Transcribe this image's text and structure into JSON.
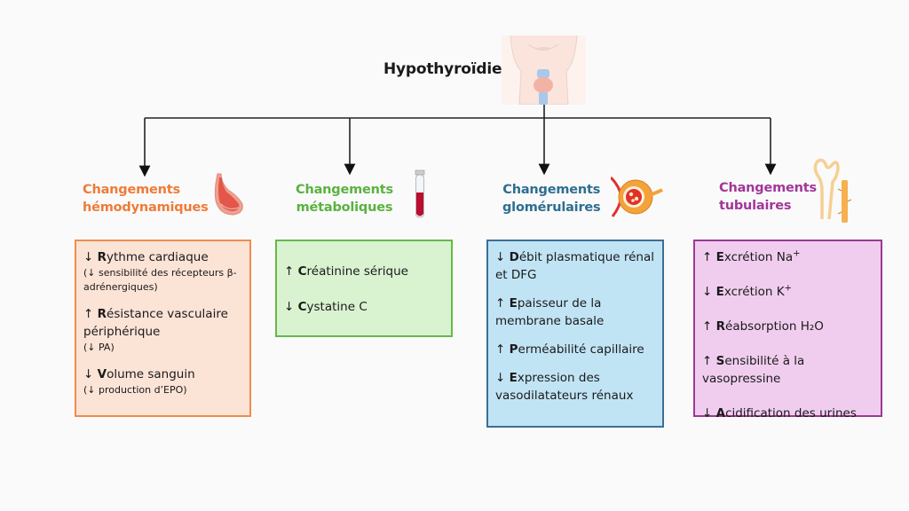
{
  "title": "Hypothyroïdie",
  "colors": {
    "hemodynamic": "#ee7b38",
    "metabolic": "#5ab23f",
    "glomerular": "#2e6e91",
    "tubular": "#a2359a"
  },
  "icons": {
    "title": "neck-thyroid-icon",
    "hemodynamic": "blood-vessel-icon",
    "metabolic": "blood-tube-icon",
    "glomerular": "glomerulus-icon",
    "tubular": "nephron-tubule-icon"
  },
  "categories": [
    {
      "heading_line1": "Changements",
      "heading_line2": "hémodynamiques",
      "items": [
        {
          "arrow": "↓",
          "initial": "R",
          "rest": "ythme cardiaque",
          "note": "(↓ sensibilité des récepteurs β-adrénergiques)"
        },
        {
          "arrow": "↑",
          "initial": "R",
          "rest": "ésistance vasculaire périphérique",
          "note": "(↓ PA)"
        },
        {
          "arrow": "↓",
          "initial": "V",
          "rest": "olume sanguin",
          "note": "(↓ production d’EPO)"
        }
      ]
    },
    {
      "heading_line1": "Changements",
      "heading_line2": "métaboliques",
      "items": [
        {
          "arrow": "↑",
          "initial": "C",
          "rest": "réatinine sérique"
        },
        {
          "arrow": "↓",
          "initial": "C",
          "rest": "ystatine C"
        }
      ]
    },
    {
      "heading_line1": "Changements",
      "heading_line2": "glomérulaires",
      "items": [
        {
          "arrow": "↓",
          "initial": "D",
          "rest": "ébit plasmatique rénal et DFG"
        },
        {
          "arrow": "↑",
          "initial": "E",
          "rest": "paisseur de la membrane basale"
        },
        {
          "arrow": "↑",
          "initial": "P",
          "rest": "erméabilité capillaire"
        },
        {
          "arrow": "↓",
          "initial": "E",
          "rest": "xpression des vasodilatateurs rénaux"
        }
      ]
    },
    {
      "heading_line1": "Changements",
      "heading_line2": "tubulaires",
      "items": [
        {
          "arrow": "↑",
          "initial": "E",
          "rest": "xcrétion Na",
          "sup": "+"
        },
        {
          "arrow": "↓",
          "initial": "E",
          "rest": "xcrétion K",
          "sup": "+"
        },
        {
          "arrow": "↑",
          "initial": "R",
          "rest": "éabsorption H₂O"
        },
        {
          "arrow": "↑",
          "initial": "S",
          "rest": "ensibilité à la vasopressine"
        },
        {
          "arrow": "↓",
          "initial": "A",
          "rest": "cidification des urines"
        }
      ]
    }
  ]
}
